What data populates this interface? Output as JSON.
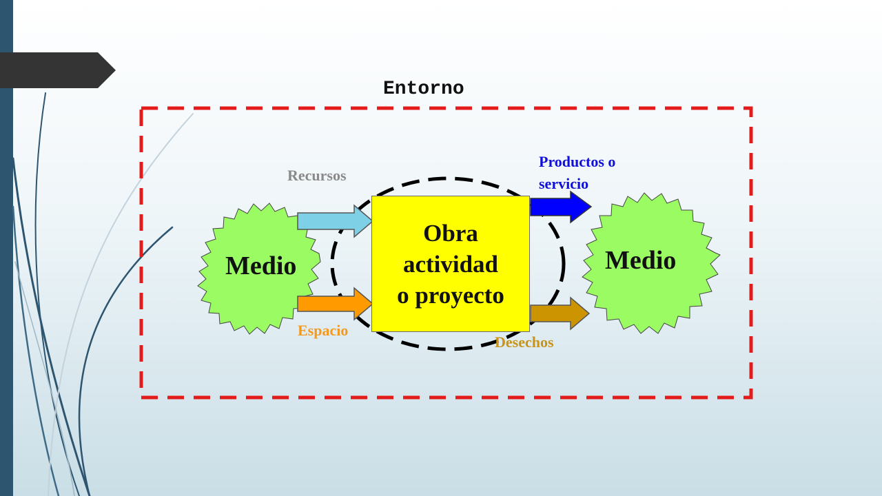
{
  "diagram": {
    "environment_label": "Entorno",
    "center_box": {
      "line1": "Obra",
      "line2": "actividad",
      "line3": "o proyecto"
    },
    "medium_left": "Medio",
    "medium_right": "Medio",
    "inputs": {
      "resources": "Recursos",
      "space": "Espacio"
    },
    "outputs": {
      "products": "Productos o servicio",
      "waste": "Desechos"
    }
  },
  "colors": {
    "environment_border": "#e41b1b",
    "process_circle": "#000000",
    "center_box": "#ffff00",
    "medium_fill": "#9bfb63",
    "arrow_resources": "#7ed0e6",
    "arrow_space": "#ff9a00",
    "arrow_products": "#0000ff",
    "arrow_waste": "#cc9400",
    "side_bar": "#2e5570"
  }
}
